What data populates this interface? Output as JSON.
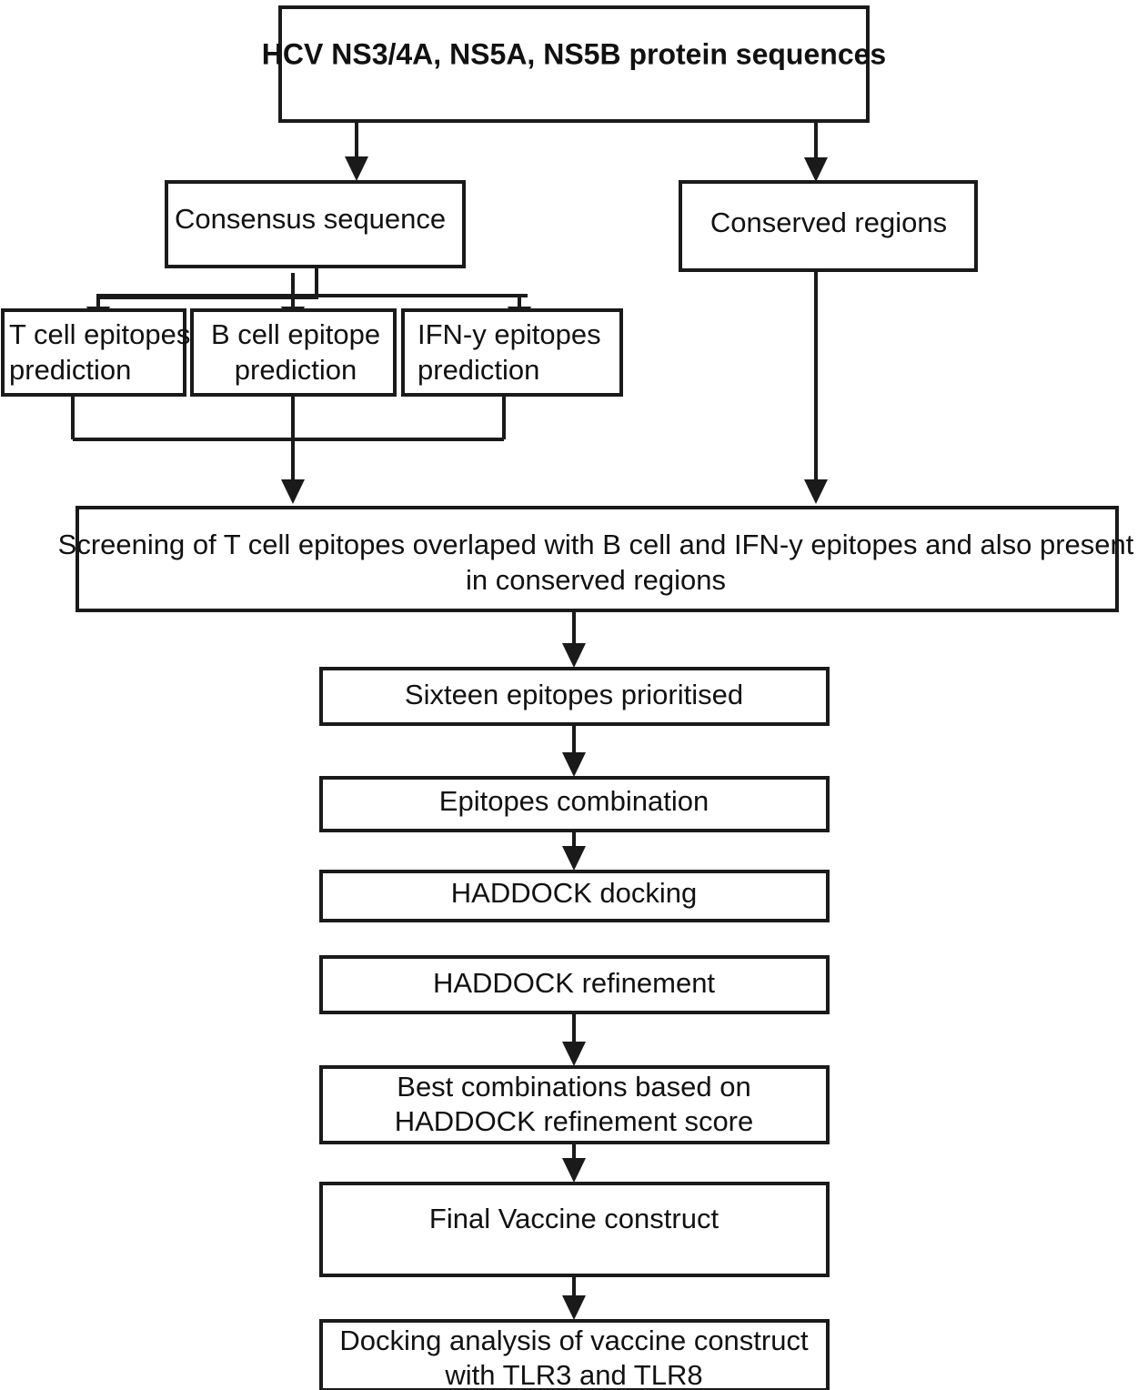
{
  "diagram": {
    "title": "HCV epitope vaccine design workflow",
    "stroke_color": "#1a1a1a",
    "fill_color": "#ffffff",
    "text_color": "#111111",
    "nodes": {
      "source_sequences": "HCV NS3/4A, NS5A, NS5B protein sequences",
      "consensus_sequence": "Consensus sequence",
      "conserved_regions": "Conserved regions",
      "t_cell": {
        "line1": "T cell epitopes",
        "line2": "prediction"
      },
      "b_cell": {
        "line1": "B cell epitope",
        "line2": "prediction"
      },
      "ifn_gamma": {
        "line1": "IFN-y epitopes",
        "line2": "prediction"
      },
      "screening": {
        "line1": "Screening of T cell epitopes overlaped with B cell and IFN-y epitopes and also present",
        "line2": "in conserved regions"
      },
      "sixteen_epitopes": "Sixteen epitopes prioritised",
      "epitopes_combination": "Epitopes combination",
      "haddock_docking": "HADDOCK docking",
      "haddock_refinement": "HADDOCK refinement",
      "best_combinations": {
        "line1": "Best combinations based on",
        "line2": "HADDOCK refinement score"
      },
      "final_vaccine": "Final Vaccine construct",
      "docking_analysis": {
        "line1": "Docking analysis of vaccine construct",
        "line2": "with TLR3 and TLR8"
      }
    }
  }
}
